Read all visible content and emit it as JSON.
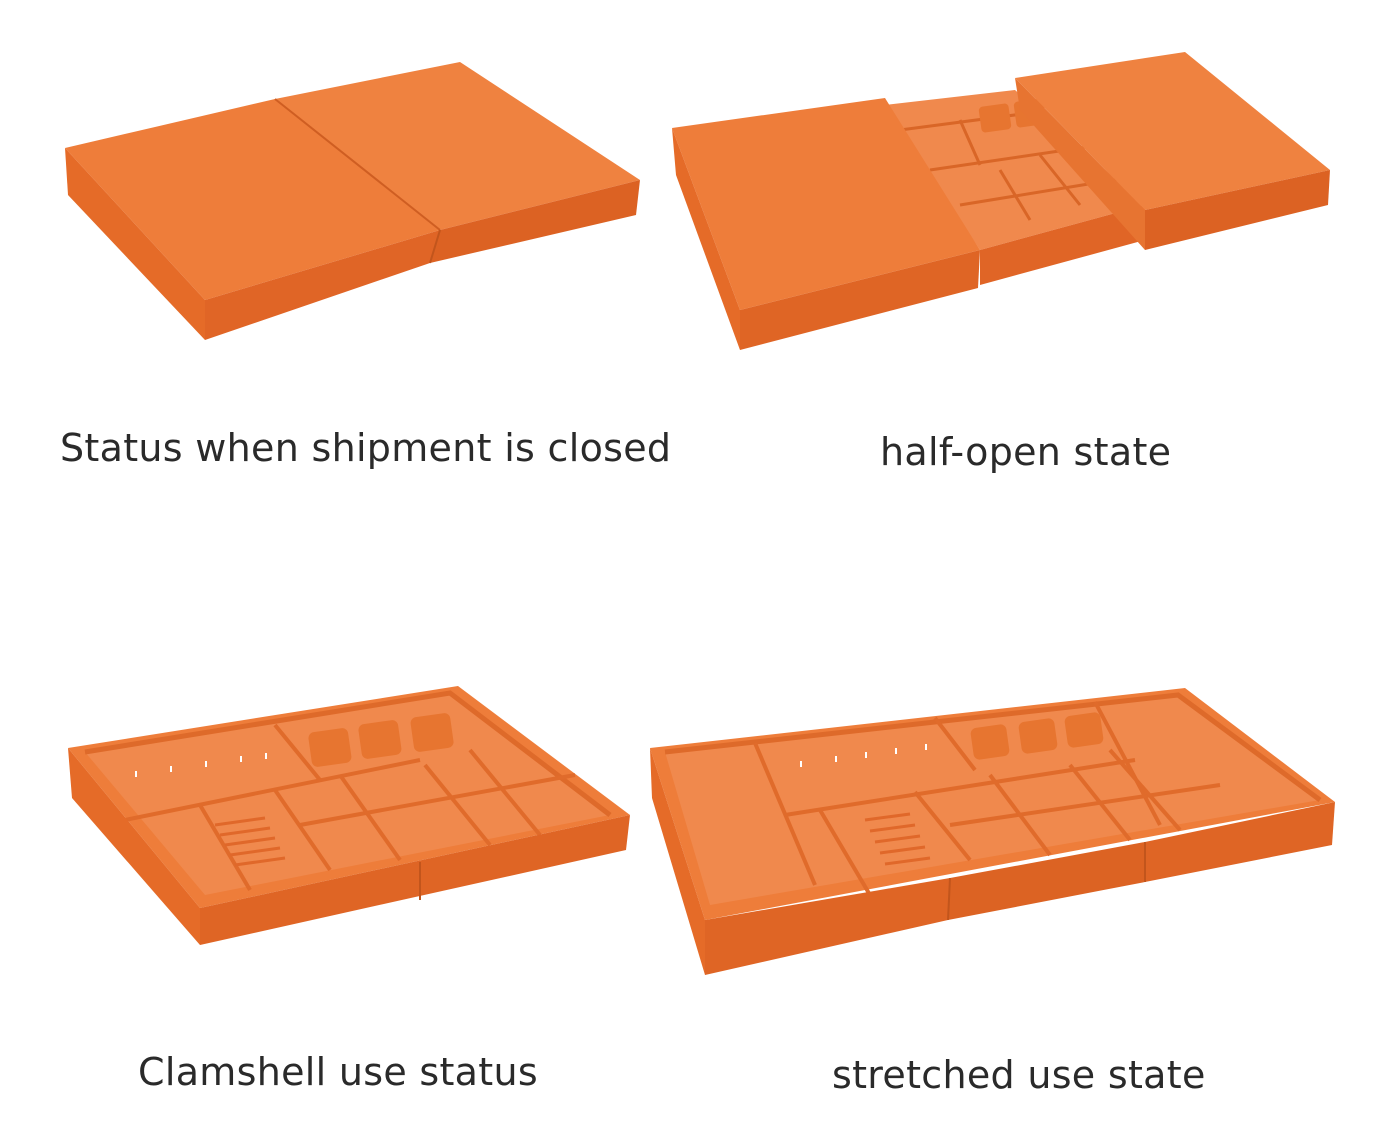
{
  "captions": {
    "closed": "Status when shipment is closed",
    "half_open": "half-open state",
    "clamshell": "Clamshell use status",
    "stretched": "stretched use state"
  },
  "colors": {
    "box_top": "#ee7d3a",
    "box_front": "#e56b28",
    "box_side": "#d45c1f",
    "interior": "#f0894d",
    "wall_shade": "#de6a2a",
    "caption_text": "#2a2a2a"
  }
}
